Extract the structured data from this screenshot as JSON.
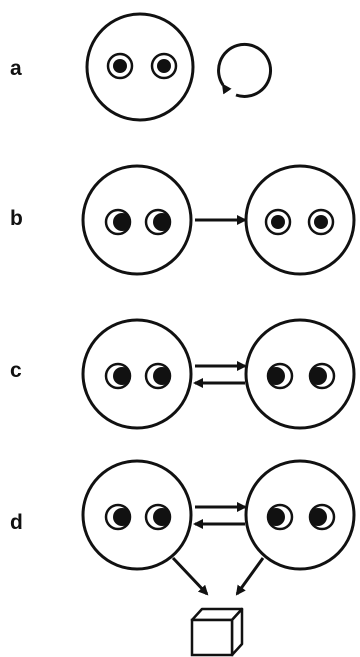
{
  "panels": [
    {
      "label": "a"
    },
    {
      "label": "b"
    },
    {
      "label": "c"
    },
    {
      "label": "d"
    }
  ],
  "colors": {
    "stroke": "#111111",
    "background": "#ffffff"
  },
  "icons": {
    "face": "face-circle-icon",
    "self_loop": "circular-arrow-icon",
    "arrow": "arrow-icon",
    "object": "cube-icon"
  }
}
